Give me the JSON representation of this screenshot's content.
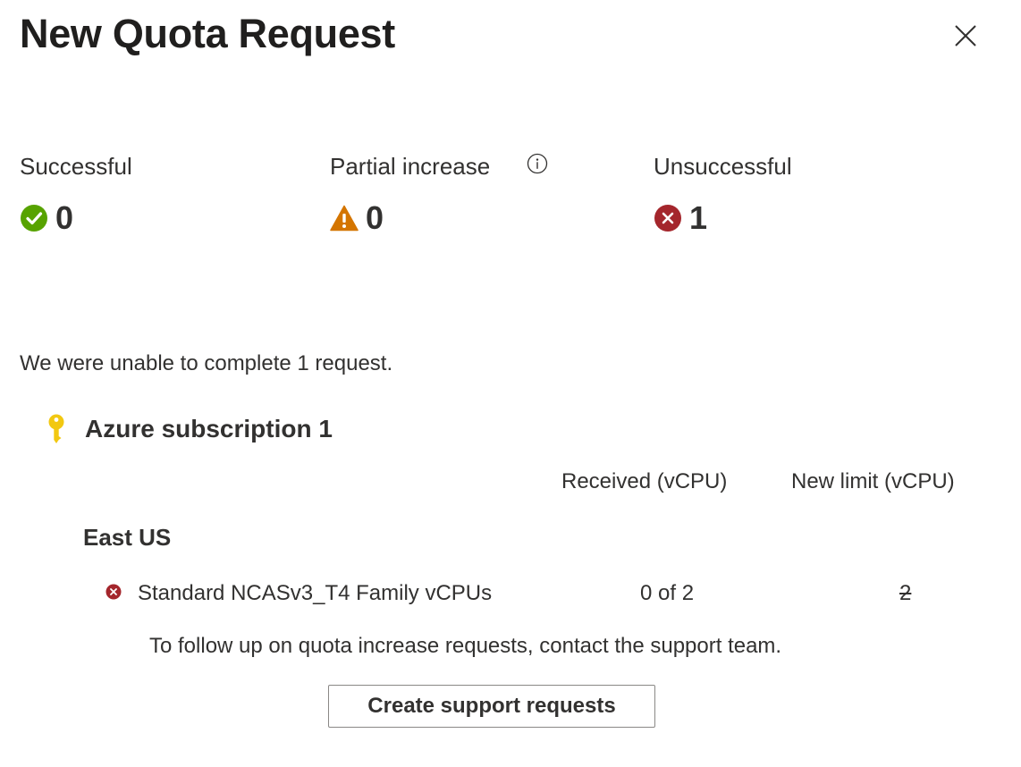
{
  "dialog": {
    "title": "New Quota Request",
    "close_icon": "close-icon"
  },
  "summary": {
    "successful": {
      "label": "Successful",
      "count": "0",
      "icon": "check-circle-icon",
      "color": "#57a300"
    },
    "partial": {
      "label": "Partial increase",
      "count": "0",
      "icon": "warning-icon",
      "color": "#d47500",
      "info_icon": "info-icon"
    },
    "unsuccessful": {
      "label": "Unsuccessful",
      "count": "1",
      "icon": "error-circle-icon",
      "color": "#a4262c"
    }
  },
  "message": "We were unable to complete 1 request.",
  "subscription": {
    "name": "Azure subscription 1",
    "icon": "key-icon",
    "icon_color": "#f2c811"
  },
  "table": {
    "columns": {
      "received": "Received (vCPU)",
      "new_limit": "New limit (vCPU)"
    },
    "region": "East US",
    "rows": [
      {
        "name": "Standard NCASv3_T4 Family vCPUs",
        "received": "0 of 2",
        "new_limit": "2",
        "status_icon": "error-icon"
      }
    ]
  },
  "followup": "To follow up on quota increase requests, contact the support team.",
  "actions": {
    "create_support": "Create support requests"
  }
}
